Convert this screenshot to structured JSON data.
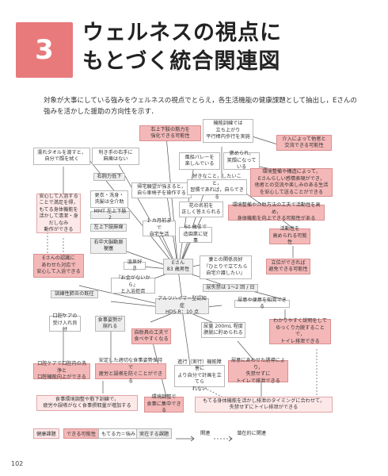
{
  "header": {
    "number": "3",
    "title_line1": "ウェルネスの視点に",
    "title_line2": "もとづく統合関連図"
  },
  "intro": "対象が大事にしている強みをウェルネスの視点でとらえ，各生活機能の健康課題として抽出し，Eさんの強みを活かした援助の方向性を示す．",
  "page_number": "102",
  "nodes": {
    "upper_limb": "右上下肢の筋力を\n強化できる可能性",
    "rehab": "機能訓練では\n立ち上がり\n平行棒内歩行を実施",
    "wet_towel": "濡れタオルを渡すと，\n自分で顔を拭く",
    "right_hand": "利き手の右手に\n麻痺はない",
    "volleyball": "風船バレーを\n楽しんでいる",
    "praise": "褒められ，\n笑顔になっている",
    "care_intervention": "介入によって他者と\n交流できる可能性",
    "right_weak": "右腕力低下",
    "want_return": "帰宅願望が強まると，\n自ら車椅子を操作する",
    "env_adjust": "環境整備や構造によって，\nEさんらしい感情表現ができ，\n他者との交流や楽しみのある生活\nを安心して送ることができる",
    "change_clothes": "更衣・洗身・\n洗髪は全介助",
    "likes": "好きなこと，したいこと，\n習慣であれば，自らできる",
    "support_text": "安心して入浴する\nことで満足を得，\nもてる身体機能を\n活かして清潔・身だしなみ\n動作ができる",
    "mmt": "MMT 左上下肢 2",
    "name_known": "花の名前を\n正しく答えられる",
    "env_living": "環境整備や介助方法の工夫で活動性を高め，\n身体機能を向上できる可能性がある",
    "left_paralysis": "左上下肢麻痺",
    "home_month": "1 カ月前まで\n自宅生活",
    "job": "60 歳まで\n造園業に従事",
    "can_stand": "活動性を\n高められる可能性",
    "brain_infarct": "右中大脳動脈\n梗塞",
    "bath_safe": "Eさんの認識に\nあわせた対応で\n安心して入浴できる",
    "hot_spring": "温泉好き",
    "patient": "Eさん\n83 歳男性",
    "wife": "妻との関係良好\n『ひとりで立てたら\n自宅介護したい』",
    "stand_walk": "立位ができれば\n避免できる可能性",
    "money": "『お金がないから』\nと入浴拒否",
    "urine": "尿失禁は 1～2 回 / 日",
    "training_fail": "訓練性肺炎の既往",
    "alz": "アルツハイマー型認知症\nHDS-R：10 点",
    "urine_sense": "尿意や便意を知覚できる",
    "oral_care": "口腔ケアの\n受け入れ良好",
    "meal_assist": "食事姿勢が\n崩れる",
    "self_meal": "自助具の工夫で\n食べやすくなる",
    "urine_amount": "尿量 200mL 程度\n膀胱に貯められる",
    "explain": "わかりやすく説明をして\nゆっくり力脱することで，\nトイレ排泄できる",
    "oral_hygiene": "口腔ケアで口腔内の洗浄と\n口腔機能向上ができる",
    "diet_possible": "安定した適切な食事姿勢保持で\n疲労と誤嚥を防ぐことができる",
    "regression": "進行（実行）機能障害に\nより自分で計画を立てら\nれない",
    "time_toilet": "尿意にあわせた誘導により，\n失禁せずに\nトイレで排泄できる",
    "meal_env": "食事環境調整や筋下訓練で，\n疲労や誤嚥がなく食事摂取量が増加する",
    "env_meal": "環境調整で\n食事に集中できる",
    "body_func": "もてる身体機能を活かし排泄のタイミングに合わせて，\n失禁せずにトイレ排泄ができる"
  },
  "legend": {
    "health_issue": "健康課題",
    "possibility": "できる可能性",
    "strength": "もてる力＝強み",
    "existing_issue": "実在する課題",
    "related": "関連",
    "potential": "潜在的に関連"
  },
  "colors": {
    "accent": "#e87a7c",
    "pink_fill": "#f4b8b8",
    "grey_fill": "#eeeeee"
  }
}
